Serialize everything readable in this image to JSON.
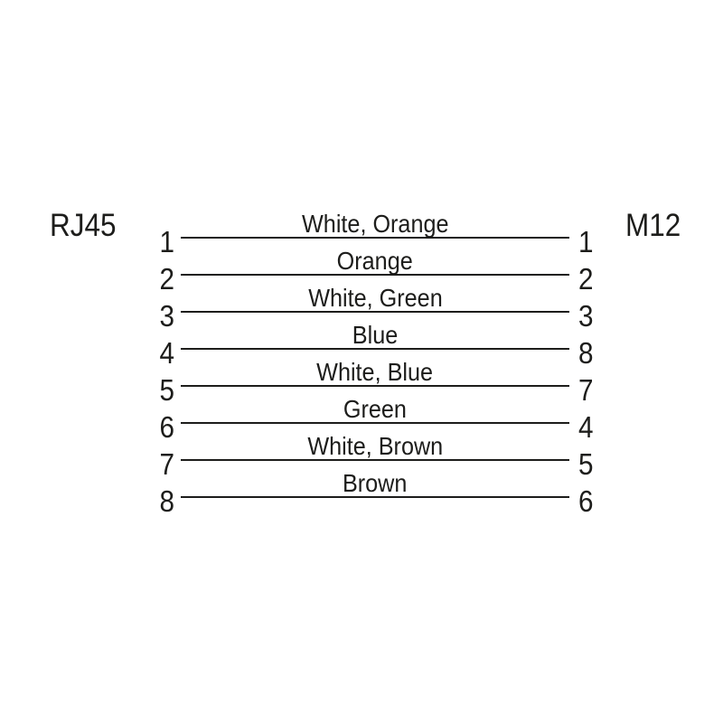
{
  "diagram": {
    "left_connector_label": "RJ45",
    "right_connector_label": "M12",
    "rows": [
      {
        "rj45_pin": "1",
        "wire_color": "White, Orange",
        "m12_pin": "1"
      },
      {
        "rj45_pin": "2",
        "wire_color": "Orange",
        "m12_pin": "2"
      },
      {
        "rj45_pin": "3",
        "wire_color": "White, Green",
        "m12_pin": "3"
      },
      {
        "rj45_pin": "4",
        "wire_color": "Blue",
        "m12_pin": "8"
      },
      {
        "rj45_pin": "5",
        "wire_color": "White, Blue",
        "m12_pin": "7"
      },
      {
        "rj45_pin": "6",
        "wire_color": "Green",
        "m12_pin": "4"
      },
      {
        "rj45_pin": "7",
        "wire_color": "White, Brown",
        "m12_pin": "5"
      },
      {
        "rj45_pin": "8",
        "wire_color": "Brown",
        "m12_pin": "6"
      }
    ],
    "colors": {
      "ink": "#1d1d1b",
      "background": "#ffffff"
    }
  }
}
